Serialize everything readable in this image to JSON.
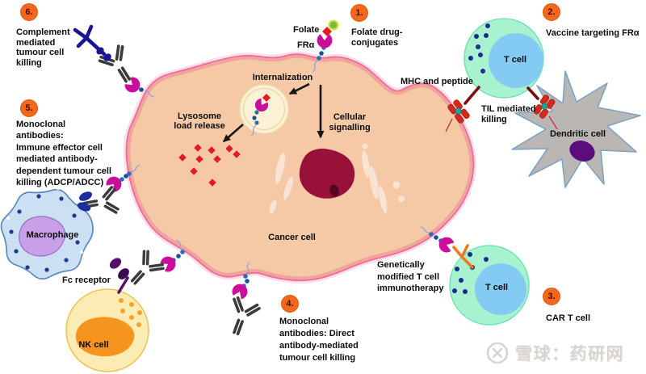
{
  "strategies": [
    {
      "num": "1.",
      "label": "Folate drug-\nconjugates"
    },
    {
      "num": "2.",
      "label": "Vaccine targeting FRα"
    },
    {
      "num": "3.",
      "label": "CAR T cell"
    },
    {
      "num": "4.",
      "label": "Monoclonal\nantibodies: Direct\nantibody-mediated\ntumour cell killing"
    },
    {
      "num": "5.",
      "label": "Monoclonal\nantibodies:\nImmune effector cell\nmediated antibody-\ndependent tumour cell\nkilling (ADCP/ADCC)"
    },
    {
      "num": "6.",
      "label": "Complement\nmediated\ntumour cell\nkilling"
    }
  ],
  "cells": {
    "cancer": "Cancer cell",
    "t_top": "T cell",
    "t_bottom": "T cell",
    "dendritic": "Dendritic cell",
    "macrophage": "Macrophage",
    "nk": "NK cell"
  },
  "annotations": {
    "folate": "Folate",
    "fr_alpha": "FRα",
    "internalization": "Internalization",
    "lysosome": "Lysosome\nload release",
    "signalling": "Cellular\nsignalling",
    "mhc": "MHC and peptide",
    "til": "TIL mediated\nkilling",
    "fc_receptor": "Fc receptor",
    "gm_tcell": "Genetically\nmodified T cell\nimmunotherapy"
  },
  "watermark": {
    "source": "雪球：药研网"
  },
  "colors": {
    "badge_orange": "#f4671c",
    "membrane_pink": "#f3679b",
    "membrane_salmon": "#efa59e",
    "cytoplasm_peach": "#f5c9a6",
    "cancer_nucleus_maroon": "#981139",
    "fr_alpha_magenta": "#cb0d9c",
    "folate_chain_blue": "#2e6cb6",
    "drug_red": "#e51b24",
    "folate_green": "#7cbb3e",
    "antibody_gray": "#3b3b3b",
    "complement_navy": "#191593",
    "t_cell_mint": "#a9f2cf",
    "t_cell_core_blue": "#84cbf4",
    "dendritic_gray": "#b9b6b3",
    "dendritic_nucleus_purple": "#5c0d7d",
    "macrophage_blue": "#cbe0f2",
    "macrophage_nucleus_lavender": "#c7a0e8",
    "nk_yellow": "#fdebb4",
    "nk_nucleus_orange": "#f5941f",
    "tcr_red": "#d5281c",
    "car_orange": "#f0791f",
    "fc_receptor_purple": "#55106b",
    "watermark_gray": "#d8d4d0"
  }
}
